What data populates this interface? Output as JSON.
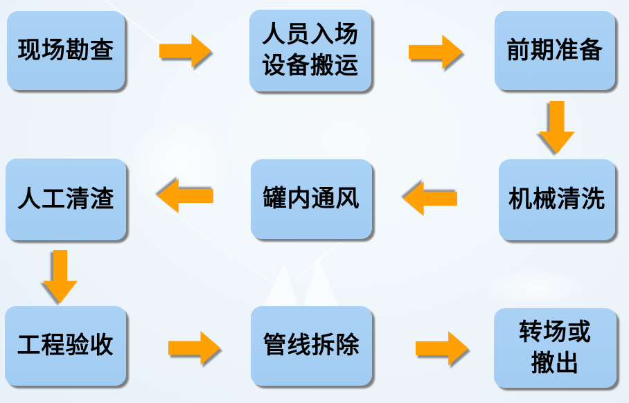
{
  "colors": {
    "node_fill": "#a6cef3",
    "arrow_fill": "#ffa104",
    "node_text": "#000000",
    "background": "#eff6fb",
    "shadow": "#6a6a6a"
  },
  "flow": {
    "nodes": [
      {
        "id": "site-survey",
        "label": "现场勘查"
      },
      {
        "id": "personnel-equipment",
        "label": "人员入场\n设备搬运"
      },
      {
        "id": "preparation",
        "label": "前期准备"
      },
      {
        "id": "mechanical-cleaning",
        "label": "机械清洗"
      },
      {
        "id": "tank-ventilation",
        "label": "罐内通风"
      },
      {
        "id": "manual-slag-removal",
        "label": "人工清渣"
      },
      {
        "id": "project-acceptance",
        "label": "工程验收"
      },
      {
        "id": "pipeline-removal",
        "label": "管线拆除"
      },
      {
        "id": "relocate-or-exit",
        "label": "转场或\n撤出"
      }
    ],
    "edges": [
      {
        "from": "site-survey",
        "to": "personnel-equipment",
        "direction": "right"
      },
      {
        "from": "personnel-equipment",
        "to": "preparation",
        "direction": "right"
      },
      {
        "from": "preparation",
        "to": "mechanical-cleaning",
        "direction": "down"
      },
      {
        "from": "mechanical-cleaning",
        "to": "tank-ventilation",
        "direction": "left"
      },
      {
        "from": "tank-ventilation",
        "to": "manual-slag-removal",
        "direction": "left"
      },
      {
        "from": "manual-slag-removal",
        "to": "project-acceptance",
        "direction": "down"
      },
      {
        "from": "project-acceptance",
        "to": "pipeline-removal",
        "direction": "right"
      },
      {
        "from": "pipeline-removal",
        "to": "relocate-or-exit",
        "direction": "right"
      }
    ]
  }
}
